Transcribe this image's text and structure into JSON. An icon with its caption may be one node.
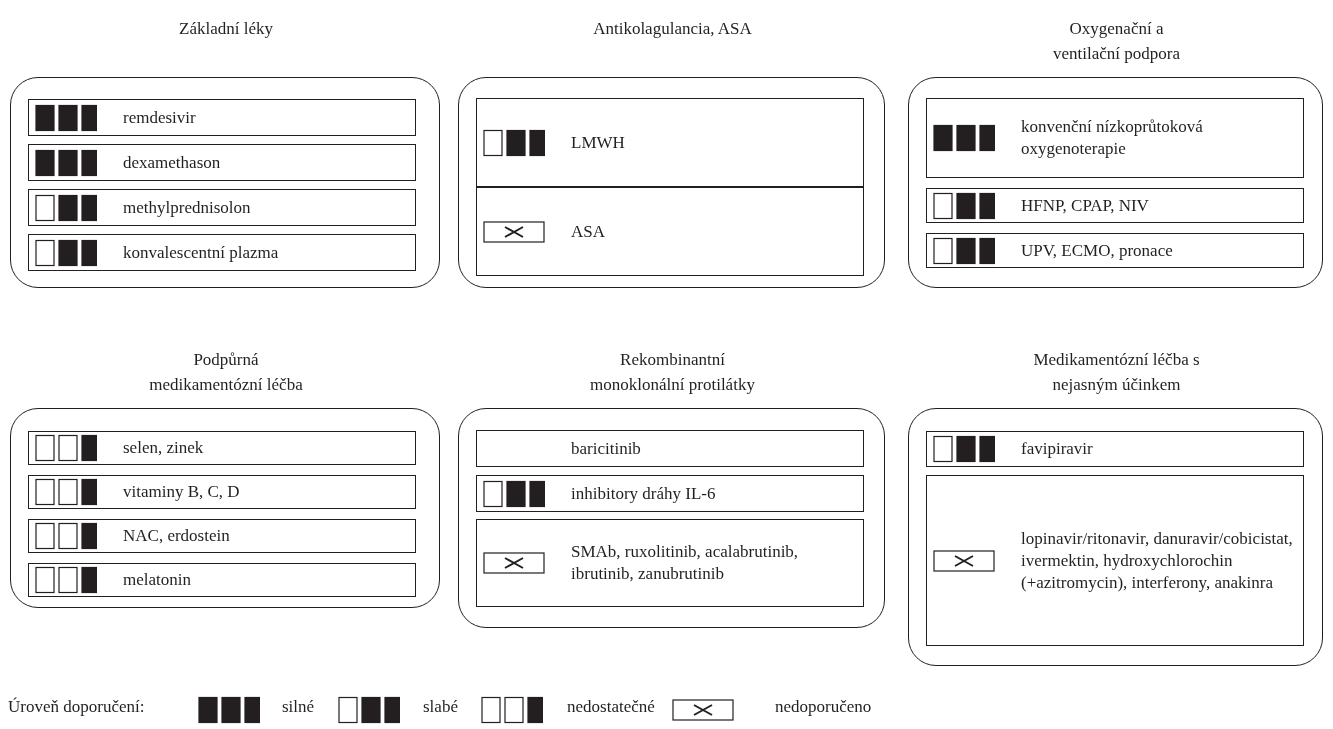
{
  "diagram": {
    "nodes": [
      {
        "text": [
          "Základní léky"
        ]
      },
      {
        "text": [
          "remdesivir"
        ],
        "in": 0
      },
      {
        "text": [
          "dexamethason"
        ],
        "in": 0
      },
      {
        "text": [
          "methylprednisolon"
        ],
        "in": 0
      },
      {
        "text": [
          "konvalescentní plazma"
        ],
        "in": 0
      },
      {
        "text": [
          "Antikolagulancia, ASA"
        ]
      },
      {
        "text": [
          "LMWH"
        ],
        "in": 5
      },
      {
        "text": [
          "ASA"
        ],
        "in": 5
      },
      {
        "text": [
          "Oxygenační a ventilační podpora"
        ]
      },
      {
        "text": [
          "konvenční nízkoprůtoková oxygenoterapie"
        ],
        "in": 8
      },
      {
        "text": [
          "HFNP, CPAP, NIV"
        ],
        "in": 8
      },
      {
        "text": [
          "UPV, ECMO, pronace"
        ],
        "in": 8
      },
      {
        "text": [
          "Podpůrná medikamentózní léčba"
        ]
      },
      {
        "text": [
          "selen, zinek"
        ],
        "in": 12
      },
      {
        "text": [
          "vitaminy B, C, D"
        ],
        "in": 12
      },
      {
        "text": [
          "NAC, erdostein"
        ],
        "in": 12
      },
      {
        "text": [
          "melatonin"
        ],
        "in": 12
      },
      {
        "text": [
          "Rekombinantní monoklonální protilátky"
        ]
      },
      {
        "text": [
          "baricitinib"
        ],
        "in": 17
      },
      {
        "text": [
          "inhibitory dráhy IL-6"
        ],
        "in": 17
      },
      {
        "text": [
          "SMAb, ruxolitinib, acalabrutinib, ibrutinib, zanubrutinib"
        ],
        "in": 17
      },
      {
        "text": [
          "Medikamentózní léčba s nejasným účinkem"
        ]
      },
      {
        "text": [
          "favipiravir"
        ],
        "in": 21
      },
      {
        "text": [
          "lopinavir/ritonavir, danuravir/cobicistat, ivermektin, hydroxychlorochin (+azitromycin), interferony, anakinra"
        ],
        "in": 21
      }
    ],
    "labels": [
      "Úroveň doporučení:"
    ],
    "legend": [
      {
        "text": "silné"
      },
      {
        "text": "slabé"
      },
      {
        "text": "nedostatečné"
      },
      {
        "text": "nedoporučeno"
      }
    ]
  }
}
